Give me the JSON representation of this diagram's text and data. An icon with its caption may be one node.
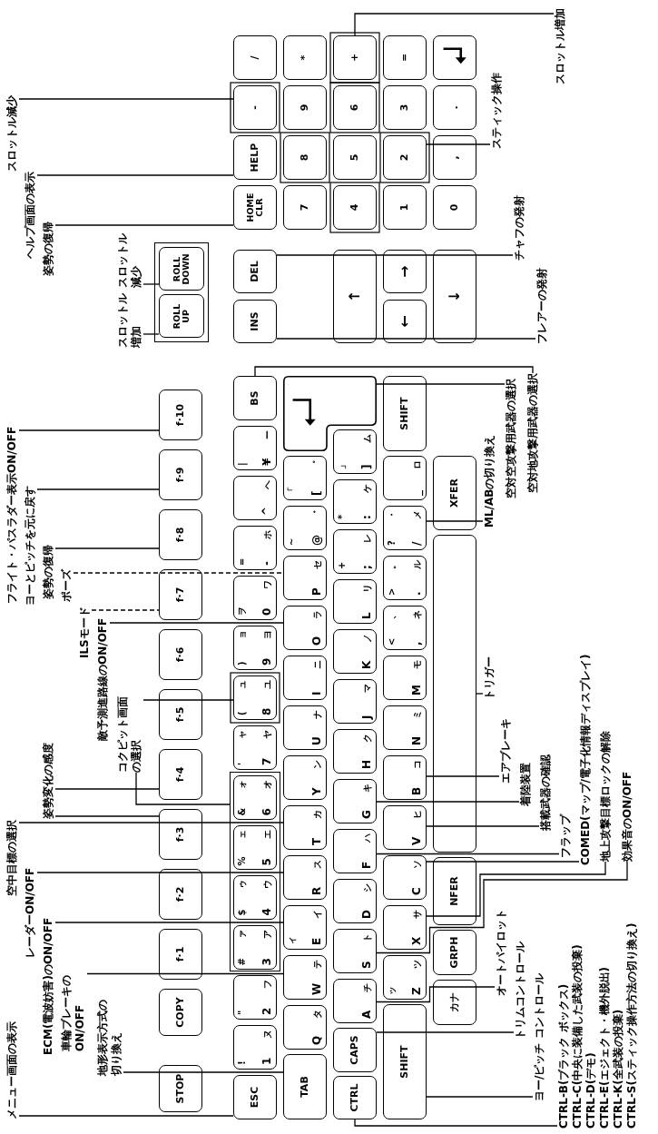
{
  "diagram": {
    "nodes": [
      {
        "text": [
          "メニュー画面の表示"
        ]
      },
      {
        "text": [
          "地形表示方式の切り換え"
        ]
      },
      {
        "text": [
          "車輪ブレーキのON/OFF"
        ]
      },
      {
        "text": [
          "ECM(電波妨害)のON/OFF"
        ]
      },
      {
        "text": [
          "レーダーON/OFF"
        ]
      },
      {
        "text": [
          "空中目標の選択"
        ]
      },
      {
        "text": [
          "姿勢変化の感度"
        ]
      },
      {
        "text": [
          "コクピット画面の選択"
        ]
      },
      {
        "text": [
          "敵予測進路線のON/OFF"
        ]
      },
      {
        "text": [
          "ILSモード"
        ]
      },
      {
        "text": [
          "ポーズ"
        ]
      },
      {
        "text": [
          "姿勢の復帰"
        ]
      },
      {
        "text": [
          "ヨーとピッチを元に戻す"
        ]
      },
      {
        "text": [
          "フライト・パスラダー表示ON/OFF"
        ]
      },
      {
        "text": [
          "スロットル増加"
        ]
      },
      {
        "text": [
          "スロットル減少"
        ]
      },
      {
        "text": [
          "姿勢の復帰"
        ]
      },
      {
        "text": [
          "ヘルプ画面の表示"
        ]
      },
      {
        "text": [
          "スロットル減少"
        ]
      },
      {
        "text": [
          "STOP"
        ]
      },
      {
        "text": [
          "COPY"
        ]
      },
      {
        "text": [
          "f·1"
        ]
      },
      {
        "text": [
          "f·2"
        ]
      },
      {
        "text": [
          "f·3"
        ]
      },
      {
        "text": [
          "f·4"
        ]
      },
      {
        "text": [
          "f·5"
        ]
      },
      {
        "text": [
          "f·6"
        ]
      },
      {
        "text": [
          "f·7"
        ]
      },
      {
        "text": [
          "f·8"
        ]
      },
      {
        "text": [
          "f·9"
        ]
      },
      {
        "text": [
          "f·10"
        ]
      },
      {
        "text": [],
        "shape": "box"
      },
      {
        "text": [
          "ROLL UP"
        ],
        "in": 31
      },
      {
        "text": [
          "ROLL DOWN"
        ],
        "in": 31
      },
      {
        "text": [
          "ESC"
        ]
      },
      {
        "text": [
          "1",
          "!",
          "ヌ"
        ]
      },
      {
        "text": [
          "2",
          "\"",
          "フ"
        ]
      },
      {
        "text": [],
        "shape": "box"
      },
      {
        "text": [
          "3",
          "#",
          "ア",
          "ァ"
        ],
        "in": 37
      },
      {
        "text": [
          "4",
          "$",
          "ウ",
          "ゥ"
        ],
        "in": 37
      },
      {
        "text": [
          "5",
          "%",
          "エ",
          "ェ"
        ],
        "in": 37
      },
      {
        "text": [
          "6",
          "&",
          "オ",
          "ォ"
        ],
        "in": 37
      },
      {
        "text": [
          "7",
          "'",
          "ヤ",
          "ャ"
        ]
      },
      {
        "text": [
          "8",
          "(",
          "ユ",
          "ュ"
        ]
      },
      {
        "text": [
          "9",
          ")",
          "ヨ",
          "ョ"
        ]
      },
      {
        "text": [
          "0",
          "ヲ",
          "ワ"
        ]
      },
      {
        "text": [
          "-",
          "=",
          "ホ"
        ]
      },
      {
        "text": [
          "^",
          "ヘ"
        ]
      },
      {
        "text": [
          "¥",
          "|",
          "ー"
        ]
      },
      {
        "text": [
          "BS"
        ]
      },
      {
        "text": [
          "TAB"
        ]
      },
      {
        "text": [
          "Q",
          "タ"
        ]
      },
      {
        "text": [
          "W",
          "テ"
        ]
      },
      {
        "text": [
          "E",
          "ィ",
          "イ"
        ]
      },
      {
        "text": [
          "R",
          "ス"
        ]
      },
      {
        "text": [
          "T",
          "カ"
        ]
      },
      {
        "text": [
          "Y",
          "ン"
        ]
      },
      {
        "text": [
          "U",
          "ナ"
        ]
      },
      {
        "text": [
          "I",
          "ニ"
        ]
      },
      {
        "text": [
          "O",
          "ラ"
        ]
      },
      {
        "text": [
          "P",
          "セ"
        ]
      },
      {
        "text": [
          "@",
          "~",
          "゛"
        ]
      },
      {
        "text": [
          "[",
          "「",
          "゜"
        ]
      },
      {
        "text": [],
        "shape": "box"
      },
      {
        "text": [
          "CTRL"
        ]
      },
      {
        "text": [
          "CAPS"
        ]
      },
      {
        "text": [
          "A",
          "チ"
        ]
      },
      {
        "text": [
          "S",
          "ト"
        ]
      },
      {
        "text": [
          "D",
          "シ"
        ]
      },
      {
        "text": [
          "F",
          "ハ"
        ]
      },
      {
        "text": [
          "G",
          "キ"
        ]
      },
      {
        "text": [
          "H",
          "ク"
        ]
      },
      {
        "text": [
          "J",
          "マ"
        ]
      },
      {
        "text": [
          "K",
          "ノ"
        ]
      },
      {
        "text": [
          "L",
          "リ"
        ]
      },
      {
        "text": [
          ";",
          "+",
          "レ"
        ]
      },
      {
        "text": [
          ":",
          "*",
          "ケ"
        ]
      },
      {
        "text": [
          "]",
          "」",
          "ム"
        ]
      },
      {
        "text": [
          "SHIFT"
        ]
      },
      {
        "text": [
          "Z",
          "ッ",
          "ツ"
        ]
      },
      {
        "text": [
          "X",
          "サ"
        ]
      },
      {
        "text": [
          "C",
          "ソ"
        ]
      },
      {
        "text": [
          "V",
          "ヒ"
        ]
      },
      {
        "text": [
          "B",
          "コ"
        ]
      },
      {
        "text": [
          "N",
          "ミ"
        ]
      },
      {
        "text": [
          "M",
          "モ"
        ]
      },
      {
        "text": [
          ",",
          "<",
          "ネ",
          "、"
        ]
      },
      {
        "text": [
          ".",
          ">",
          "ル",
          "。"
        ]
      },
      {
        "text": [
          "/",
          "?",
          "メ",
          "・"
        ]
      },
      {
        "text": [
          "_",
          "ロ"
        ]
      },
      {
        "text": [
          "SHIFT"
        ]
      },
      {
        "text": [
          "カナ"
        ]
      },
      {
        "text": [
          "GRPH"
        ]
      },
      {
        "text": [
          "NFER"
        ]
      },
      {
        "text": [],
        "shape": "box"
      },
      {
        "text": [
          "XFER"
        ]
      },
      {
        "text": [
          "INS"
        ]
      },
      {
        "text": [
          "DEL"
        ]
      },
      {
        "text": [
          "↑"
        ]
      },
      {
        "text": [
          "←"
        ]
      },
      {
        "text": [
          "→"
        ]
      },
      {
        "text": [
          "↓"
        ]
      },
      {
        "text": [
          "HOME CLR"
        ]
      },
      {
        "text": [
          "HELP"
        ]
      },
      {
        "text": [
          "-"
        ]
      },
      {
        "text": [
          "/"
        ]
      },
      {
        "text": [
          "7"
        ]
      },
      {
        "text": [
          "8"
        ]
      },
      {
        "text": [
          "9"
        ]
      },
      {
        "text": [
          "*"
        ]
      },
      {
        "text": [
          "4"
        ]
      },
      {
        "text": [
          "5"
        ]
      },
      {
        "text": [
          "6"
        ]
      },
      {
        "text": [
          "+"
        ]
      },
      {
        "text": [
          "1"
        ]
      },
      {
        "text": [
          "2"
        ]
      },
      {
        "text": [
          "3"
        ]
      },
      {
        "text": [
          "="
        ]
      },
      {
        "text": [
          "0"
        ]
      },
      {
        "text": [
          ","
        ]
      },
      {
        "text": [
          "."
        ]
      },
      {
        "text": [],
        "shape": "box"
      },
      {
        "text": [
          "オートパイロット"
        ]
      },
      {
        "text": [
          "トリムコントロール"
        ]
      },
      {
        "text": [
          "ヨー/ピッチ コントロール"
        ]
      },
      {
        "text": [
          "CTRL-B(ブラック ボックス)",
          "CTRL-C(中央に装備した武装の投棄)",
          "CTRL-D(デモ)",
          "CTRL-E(エジェクト・機外脱出)",
          "CTRL-K(全武装の投棄)",
          "CTRL-S(スティック操作方法の切り換え)"
        ]
      },
      {
        "text": [
          "エアブレーキ"
        ]
      },
      {
        "text": [
          "着陸装置"
        ]
      },
      {
        "text": [
          "搭載武器の確認"
        ]
      },
      {
        "text": [
          "フラップ"
        ]
      },
      {
        "text": [
          "COMED(マップ/電子化情報ディスプレイ)"
        ]
      },
      {
        "text": [
          "地上攻撃目標ロックの解除"
        ]
      },
      {
        "text": [
          "効果音のON/OFF"
        ]
      },
      {
        "text": [
          "トリガー"
        ]
      },
      {
        "text": [
          "ML/ABの切り換え"
        ]
      },
      {
        "text": [
          "空対空攻撃用武器の選択"
        ]
      },
      {
        "text": [
          "空対地攻撃用武器の選択"
        ]
      },
      {
        "text": [
          "フレアーの発射"
        ]
      },
      {
        "text": [
          "チャフの発射"
        ]
      },
      {
        "text": [
          "スティック操作"
        ]
      },
      {
        "text": [
          "スロットル増加"
        ]
      }
    ],
    "edges": [
      {
        "from": 0,
        "to": 34,
        "arrow": "none"
      },
      {
        "from": 1,
        "to": 50,
        "arrow": "none"
      },
      {
        "from": 2,
        "to": 52,
        "arrow": "none"
      },
      {
        "from": 3,
        "to": 53,
        "arrow": "none"
      },
      {
        "from": 4,
        "to": 54,
        "arrow": "none"
      },
      {
        "from": 5,
        "to": 55,
        "arrow": "none"
      },
      {
        "from": 6,
        "to": 23,
        "arrow": "none"
      },
      {
        "from": 6,
        "to": 24,
        "arrow": "none"
      },
      {
        "from": 7,
        "to": 37,
        "arrow": "none"
      },
      {
        "from": 7,
        "to": 43,
        "arrow": "none"
      },
      {
        "from": 8,
        "to": 59,
        "arrow": "none"
      },
      {
        "from": 9,
        "to": 27,
        "arrow": "none",
        "style": "dashed"
      },
      {
        "from": 10,
        "to": 60,
        "arrow": "none",
        "style": "dashed"
      },
      {
        "from": 11,
        "to": 28,
        "arrow": "none"
      },
      {
        "from": 12,
        "to": 29,
        "arrow": "none"
      },
      {
        "from": 13,
        "to": 30,
        "arrow": "none"
      },
      {
        "from": 14,
        "to": 32,
        "arrow": "none"
      },
      {
        "from": 15,
        "to": 33,
        "arrow": "none"
      },
      {
        "from": 16,
        "to": 102,
        "arrow": "none"
      },
      {
        "from": 17,
        "to": 103,
        "arrow": "none"
      },
      {
        "from": 18,
        "to": 104,
        "arrow": "none"
      },
      {
        "from": 122,
        "to": 66,
        "arrow": "none"
      },
      {
        "from": 123,
        "to": 65,
        "arrow": "none"
      },
      {
        "from": 124,
        "to": 78,
        "arrow": "none"
      },
      {
        "from": 125,
        "to": 64,
        "arrow": "none"
      },
      {
        "from": 126,
        "to": 83,
        "arrow": "none"
      },
      {
        "from": 127,
        "to": 70,
        "arrow": "none"
      },
      {
        "from": 128,
        "to": 82,
        "arrow": "none"
      },
      {
        "from": 129,
        "to": 69,
        "arrow": "none"
      },
      {
        "from": 130,
        "to": 81,
        "arrow": "none"
      },
      {
        "from": 131,
        "to": 80,
        "arrow": "none"
      },
      {
        "from": 132,
        "to": 67,
        "arrow": "none"
      },
      {
        "from": 133,
        "to": 94,
        "arrow": "none"
      },
      {
        "from": 134,
        "to": 88,
        "arrow": "none"
      },
      {
        "from": 135,
        "to": 63,
        "arrow": "none"
      },
      {
        "from": 136,
        "to": 49,
        "arrow": "none"
      },
      {
        "from": 137,
        "to": 96,
        "arrow": "none"
      },
      {
        "from": 138,
        "to": 97,
        "arrow": "none"
      },
      {
        "from": 139,
        "to": 115,
        "arrow": "none"
      },
      {
        "from": 140,
        "to": 113,
        "arrow": "none"
      }
    ]
  }
}
